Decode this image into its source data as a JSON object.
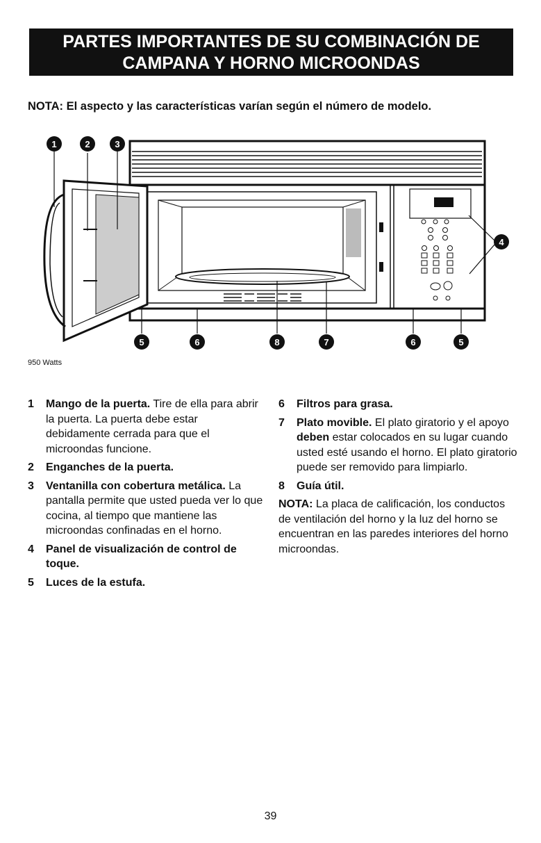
{
  "title": {
    "line1": "PARTES IMPORTANTES DE SU COMBINACIÓN DE",
    "line2": "CAMPANA Y HORNO MICROONDAS"
  },
  "note_top": "NOTA: El aspecto y las características varían según el número de modelo.",
  "figure": {
    "callouts_top": [
      "1",
      "2",
      "3"
    ],
    "callout_right": "4",
    "callouts_bottom": [
      "5",
      "6",
      "8",
      "7",
      "6",
      "5"
    ],
    "watts": "950 Watts"
  },
  "items_left": [
    {
      "num": "1",
      "label": "Mango de la puerta.",
      "text": " Tire de ella para abrir la puerta. La puerta debe estar debidamente cerrada para que el microondas funcione."
    },
    {
      "num": "2",
      "label": "Enganches de la puerta.",
      "text": ""
    },
    {
      "num": "3",
      "label": "Ventanilla con cobertura metálica.",
      "text": " La pantalla permite que usted pueda ver lo que cocina, al tiempo que mantiene las microondas confinadas en el horno."
    },
    {
      "num": "4",
      "label": "Panel de visualización de control de toque.",
      "text": ""
    },
    {
      "num": "5",
      "label": "Luces de la estufa.",
      "text": ""
    }
  ],
  "items_right": [
    {
      "num": "6",
      "label": "Filtros para grasa.",
      "text": ""
    },
    {
      "num": "7",
      "label": "Plato movible.",
      "text_a": " El plato giratorio y el apoyo ",
      "bold_mid": "deben",
      "text_b": " estar colocados en su lugar cuando usted esté usando el horno. El plato giratorio puede ser removido para limpiarlo."
    },
    {
      "num": "8",
      "label": "Guía útil.",
      "text": ""
    }
  ],
  "note_bottom": {
    "label": "NOTA:",
    "text": " La placa de calificación, los conductos de ventilación del horno y la luz del horno se encuentran en las paredes interiores del horno microondas."
  },
  "page_number": "39"
}
